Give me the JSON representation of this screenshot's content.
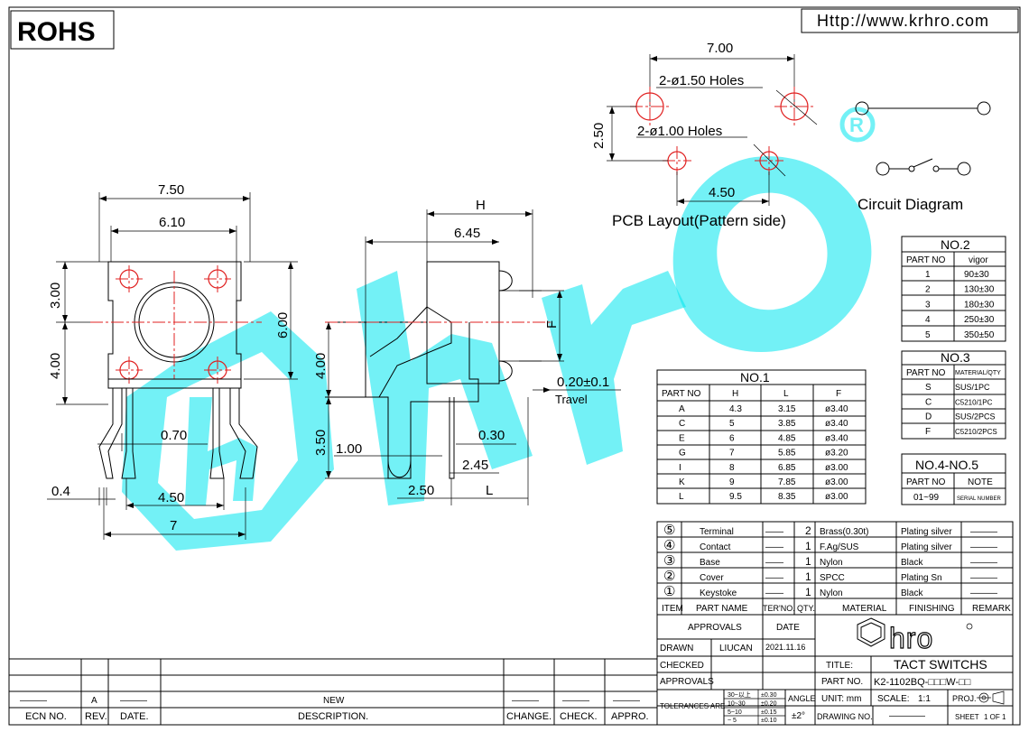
{
  "header": {
    "rohs": "ROHS",
    "url": "Http://www.krhro.com"
  },
  "brand": {
    "accent_color": "#00e5ee",
    "center_line_color": "#e02020",
    "watermark_text": "hro",
    "logo_text": "hro"
  },
  "pcb_layout": {
    "title": "PCB Layout(Pattern side)",
    "dim_7_00": "7.00",
    "dim_2_50": "2.50",
    "dim_4_50": "4.50",
    "holes_large": "2-ø1.50  Holes",
    "holes_small": "2-ø1.00  Holes"
  },
  "circuit": {
    "title": "Circuit  Diagram"
  },
  "front_view": {
    "dim_7_50": "7.50",
    "dim_6_10": "6.10",
    "dim_3_00": "3.00",
    "dim_4_00": "4.00",
    "dim_6_00": "6.00",
    "dim_0_70": "0.70",
    "dim_0_4": "0.4",
    "dim_4_50": "4.50",
    "dim_7": "7"
  },
  "side_view": {
    "dim_H": "H",
    "dim_6_45": "6.45",
    "dim_F": "F",
    "dim_4_00": "4.00",
    "dim_3_50": "3.50",
    "dim_1_00": "1.00",
    "dim_0_30": "0.30",
    "dim_2_45": "2.45",
    "dim_2_50": "2.50",
    "dim_L": "L",
    "travel_value": "0.20±0.1",
    "travel_label": "Travel"
  },
  "no1": {
    "title": "NO.1",
    "headers": [
      "PART NO",
      "H",
      "L",
      "F"
    ],
    "rows": [
      [
        "A",
        "4.3",
        "3.15",
        "ø3.40"
      ],
      [
        "C",
        "5",
        "3.85",
        "ø3.40"
      ],
      [
        "E",
        "6",
        "4.85",
        "ø3.40"
      ],
      [
        "G",
        "7",
        "5.85",
        "ø3.20"
      ],
      [
        "I",
        "8",
        "6.85",
        "ø3.00"
      ],
      [
        "K",
        "9",
        "7.85",
        "ø3.00"
      ],
      [
        "L",
        "9.5",
        "8.35",
        "ø3.00"
      ]
    ]
  },
  "no2": {
    "title": "NO.2",
    "headers": [
      "PART NO",
      "vigor"
    ],
    "rows": [
      [
        "1",
        "90±30"
      ],
      [
        "2",
        "130±30"
      ],
      [
        "3",
        "180±30"
      ],
      [
        "4",
        "250±30"
      ],
      [
        "5",
        "350±50"
      ]
    ]
  },
  "no3": {
    "title": "NO.3",
    "headers": [
      "PART NO",
      "MATERIAL/QTY"
    ],
    "rows": [
      [
        "S",
        "SUS/1PC"
      ],
      [
        "C",
        "C5210/1PC"
      ],
      [
        "D",
        "SUS/2PCS"
      ],
      [
        "F",
        "C5210/2PCS"
      ]
    ]
  },
  "no45": {
    "title": "NO.4-NO.5",
    "headers": [
      "PART NO",
      "NOTE"
    ],
    "rows": [
      [
        "01~99",
        "SERIAL NUMBER"
      ]
    ]
  },
  "bom": {
    "rows": [
      [
        "⑤",
        "Terminal",
        "——",
        "2",
        "Brass(0.30t)",
        "Plating silver",
        "———"
      ],
      [
        "④",
        "Contact",
        "——",
        "1",
        "F.Ag/SUS",
        "Plating silver",
        "———"
      ],
      [
        "③",
        "Base",
        "——",
        "1",
        "Nylon",
        "Black",
        "———"
      ],
      [
        "②",
        "Cover",
        "——",
        "1",
        "SPCC",
        "Plating Sn",
        "———"
      ],
      [
        "①",
        "Keystoke",
        "——",
        "1",
        "Nylon",
        "Black",
        "———"
      ]
    ],
    "headers": [
      "ITEM",
      "PART NAME",
      "TER'NO.",
      "QTY.",
      "MATERIAL",
      "FINISHING",
      "REMARK"
    ]
  },
  "title_block": {
    "approvals_head": "APPROVALS",
    "date_head": "DATE",
    "drawn_label": "DRAWN",
    "drawn_by": "LIUCAN",
    "drawn_date": "2021.11.16",
    "checked_label": "CHECKED",
    "approvals_label": "APPROVALS",
    "title_label": "TITLE:",
    "title_value": "TACT  SWITCHS",
    "partno_label": "PART  NO.",
    "partno_value": "K2-1102BQ-□□□W-□□",
    "tolerances_label": "TOLERANCES ARE",
    "tol_rows": [
      [
        "30~以上",
        "±0.30"
      ],
      [
        "10~30",
        "±0.20"
      ],
      [
        "5~10",
        "±0.15"
      ],
      [
        "~ 5",
        "±0.10"
      ]
    ],
    "angle_label": "ANGLE",
    "angle_value": "±2°",
    "unit_label": "UNIT: mm",
    "scale_label": "SCALE:",
    "scale_value": "1:1",
    "proj_label": "PROJ.",
    "drawing_no_label": "DRAWING NO.",
    "drawing_no_value": "————",
    "sheet_label": "SHEET",
    "sheet_value": "1  OF  1"
  },
  "revision": {
    "rev_value": "A",
    "desc_value": "NEW",
    "headers": [
      "ECN NO.",
      "REV.",
      "DATE.",
      "DESCRIPTION.",
      "CHANGE.",
      "CHECK.",
      "APPRO."
    ],
    "dash": "———"
  }
}
